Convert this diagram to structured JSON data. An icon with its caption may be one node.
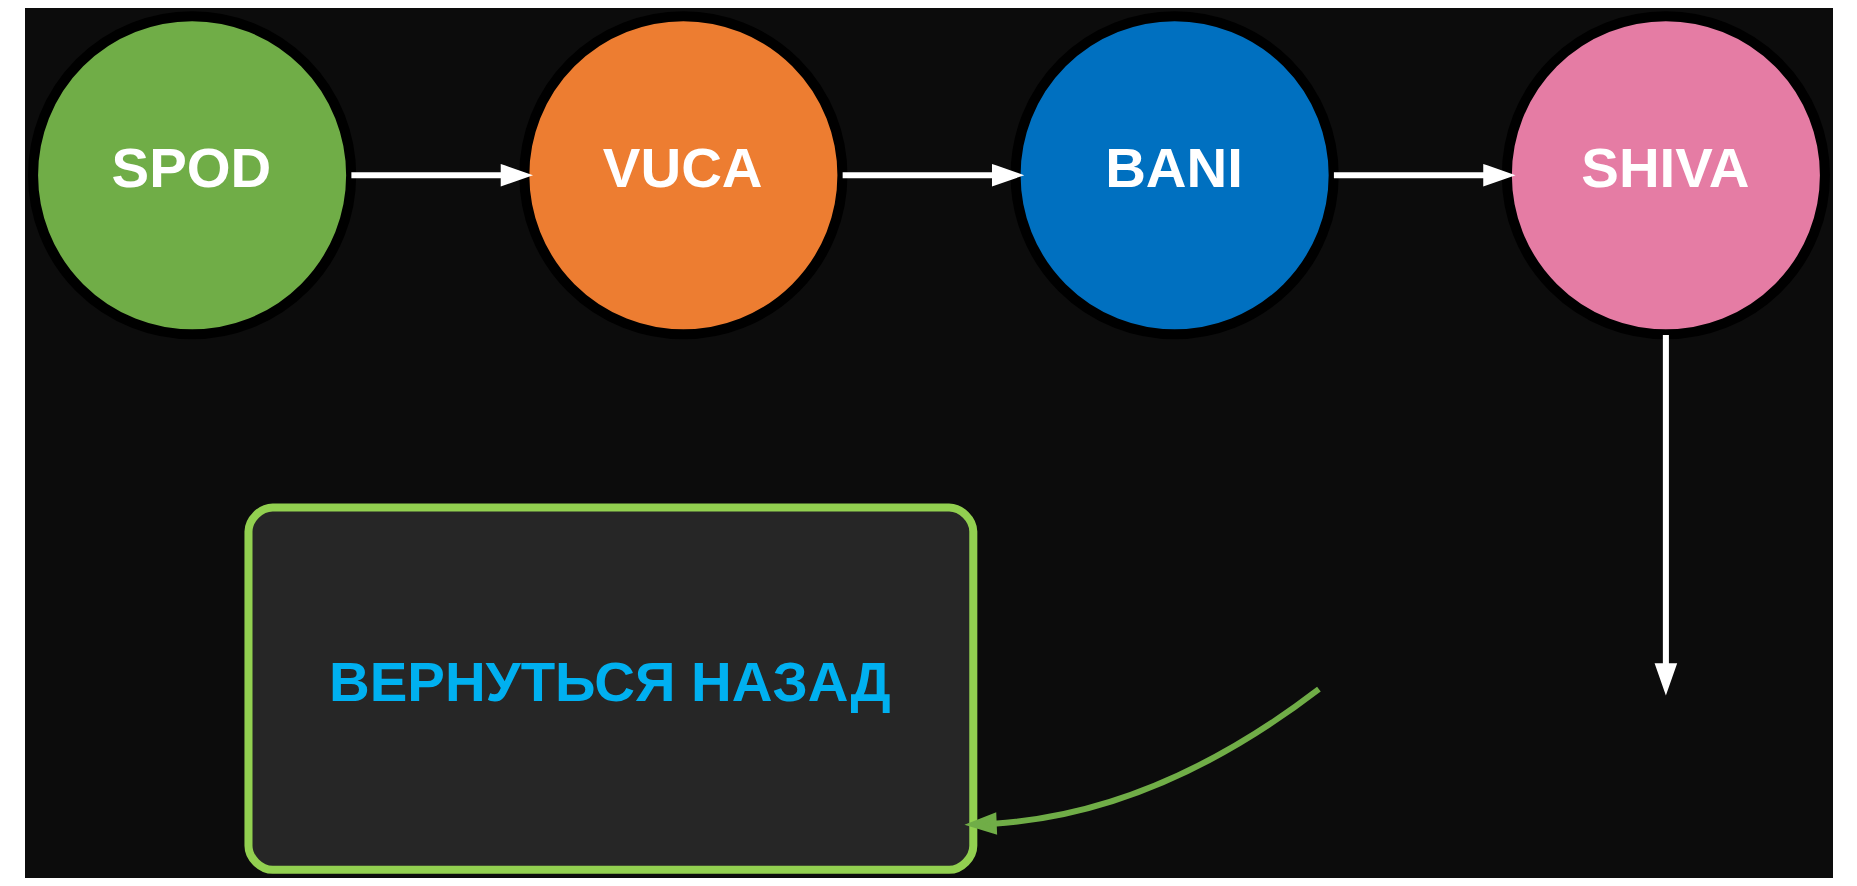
{
  "diagram": {
    "nodes": [
      {
        "text": [
          "SPOD"
        ]
      },
      {
        "text": [
          "VUCA"
        ]
      },
      {
        "text": [
          "BANI"
        ]
      },
      {
        "text": [
          "SHIVA"
        ]
      },
      {
        "text": [
          "ВЕРНУТЬСЯ НАЗАД"
        ]
      }
    ],
    "edges": [
      {
        "from": 0,
        "to": 1,
        "arrow": "to"
      },
      {
        "from": 1,
        "to": 2,
        "arrow": "to"
      },
      {
        "from": 2,
        "to": 3,
        "arrow": "to"
      },
      {
        "from": 3,
        "to": null,
        "arrow": "to"
      },
      {
        "from": null,
        "to": 4,
        "arrow": "to",
        "color": "#70ad47"
      }
    ]
  }
}
